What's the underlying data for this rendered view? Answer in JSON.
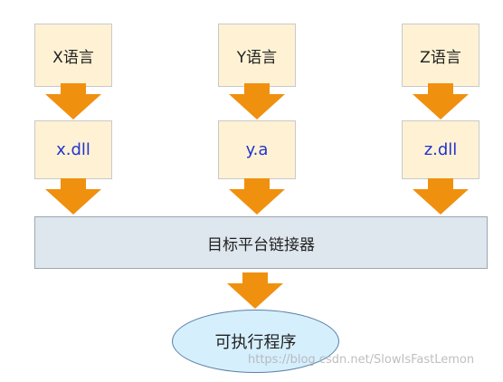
{
  "colors": {
    "box_fill": "#fff2d4",
    "arrow": "#f0900f",
    "linker_fill": "#dfe7ee",
    "exe_fill": "#d6effd",
    "lib_text": "#2233cc"
  },
  "languages": [
    "X语言",
    "Y语言",
    "Z语言"
  ],
  "libraries": [
    "x.dll",
    "y.a",
    "z.dll"
  ],
  "linker": "目标平台链接器",
  "output": "可执行程序",
  "watermark": "https://blog.csdn.net/SlowIsFastLemon"
}
